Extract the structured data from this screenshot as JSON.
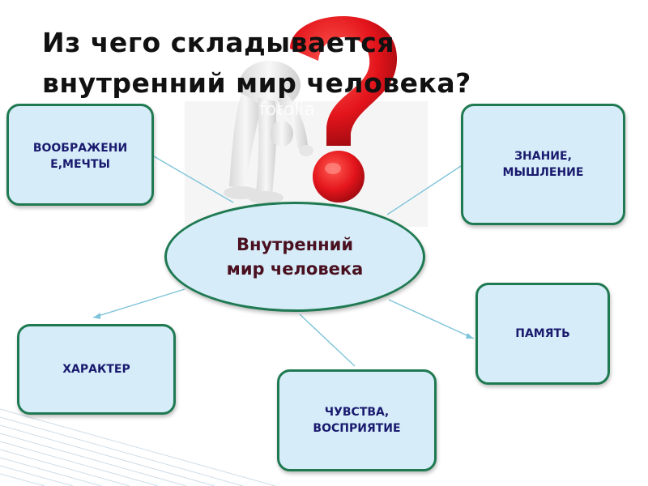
{
  "title": {
    "line1": "Из чего складывается",
    "line2": "внутренний мир человека?"
  },
  "illustration": {
    "icon": "question-mark-figure-icon",
    "watermark": "fotolia"
  },
  "center": {
    "label": "Внутренний\nмир человека"
  },
  "nodes": {
    "imagination": "ВООБРАЖЕНИ\nЕ,МЕЧТЫ",
    "knowledge": "ЗНАНИЕ,\nМЫШЛЕНИЕ",
    "memory": "ПАМЯТЬ",
    "character": "ХАРАКТЕР",
    "feelings": "ЧУВСТВА,\nВОСПРИЯТИЕ"
  },
  "colors": {
    "box_fill": "#d6edf9",
    "box_border": "#1f7a52",
    "box_text": "#1a1a6e",
    "center_text": "#4a1020",
    "connector": "#7fc4d8",
    "question_mark": "#e3141b"
  }
}
